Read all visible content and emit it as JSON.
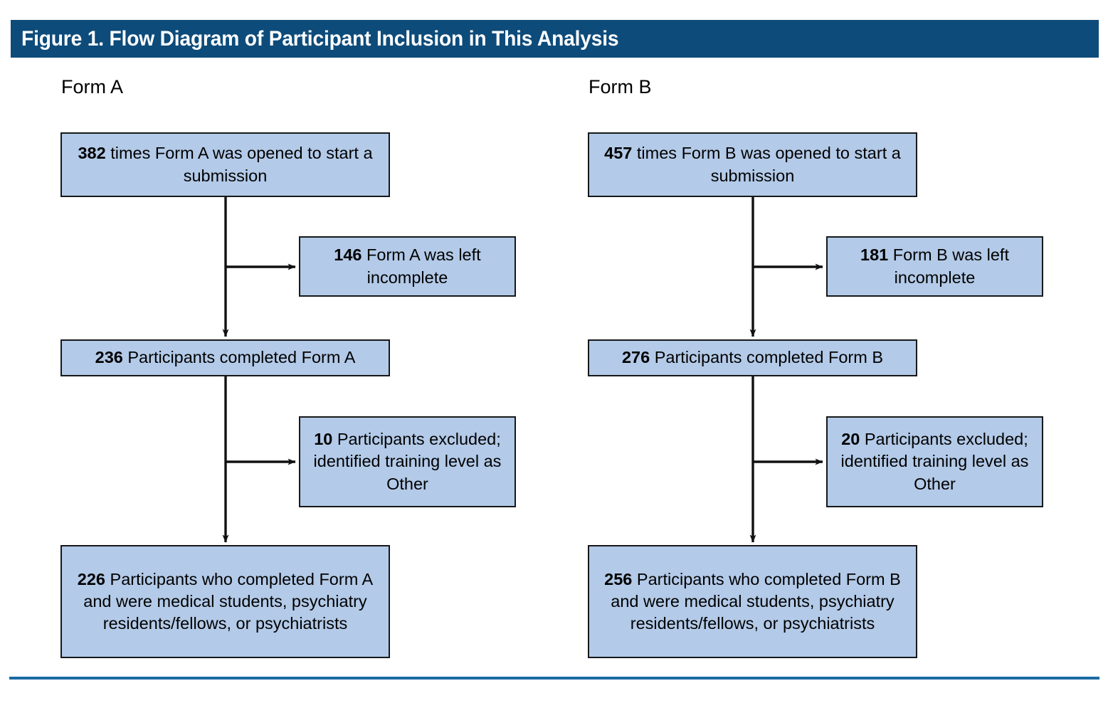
{
  "figure": {
    "title": "Figure 1. Flow Diagram of Participant Inclusion in This Analysis",
    "title_bar_color": "#0d4b7a",
    "box_fill_color": "#b3cae8",
    "box_border_color": "#16181a",
    "footer_rule_color": "#1a6ba3"
  },
  "columns": [
    {
      "heading": "Form A",
      "boxes": {
        "opened": {
          "count": "382",
          "text": " times Form A was opened to start a submission"
        },
        "incomplete": {
          "count": "146",
          "text": " Form A was left incomplete"
        },
        "completed": {
          "count": "236",
          "text": " Participants completed Form A"
        },
        "excluded": {
          "count": "10",
          "text": " Participants excluded; identified training level as Other"
        },
        "final": {
          "count": "226",
          "text": " Participants who completed Form A and were medical students, psychiatry residents/fellows, or psychiatrists"
        }
      }
    },
    {
      "heading": "Form B",
      "boxes": {
        "opened": {
          "count": "457",
          "text": " times Form B was opened to start a submission"
        },
        "incomplete": {
          "count": "181",
          "text": " Form B was left incomplete"
        },
        "completed": {
          "count": "276",
          "text": " Participants completed Form B"
        },
        "excluded": {
          "count": "20",
          "text": " Participants excluded; identified training level as Other"
        },
        "final": {
          "count": "256",
          "text": " Participants who completed Form B and were medical students, psychiatry residents/fellows, or psychiatrists"
        }
      }
    }
  ],
  "chart_data": {
    "type": "diagram",
    "title": "Figure 1. Flow Diagram of Participant Inclusion in This Analysis",
    "flows": [
      {
        "form": "Form A",
        "steps": [
          {
            "id": "opened",
            "n": 382,
            "label": "times Form A was opened to start a submission"
          },
          {
            "id": "incomplete",
            "n": 146,
            "label": "Form A was left incomplete",
            "branch": true
          },
          {
            "id": "completed",
            "n": 236,
            "label": "Participants completed Form A"
          },
          {
            "id": "excluded",
            "n": 10,
            "label": "Participants excluded; identified training level as Other",
            "branch": true
          },
          {
            "id": "final",
            "n": 226,
            "label": "Participants who completed Form A and were medical students, psychiatry residents/fellows, or psychiatrists"
          }
        ]
      },
      {
        "form": "Form B",
        "steps": [
          {
            "id": "opened",
            "n": 457,
            "label": "times Form B was opened to start a submission"
          },
          {
            "id": "incomplete",
            "n": 181,
            "label": "Form B was left incomplete",
            "branch": true
          },
          {
            "id": "completed",
            "n": 276,
            "label": "Participants completed Form B"
          },
          {
            "id": "excluded",
            "n": 20,
            "label": "Participants excluded; identified training level as Other",
            "branch": true
          },
          {
            "id": "final",
            "n": 256,
            "label": "Participants who completed Form B and were medical students, psychiatry residents/fellows, or psychiatrists"
          }
        ]
      }
    ]
  }
}
